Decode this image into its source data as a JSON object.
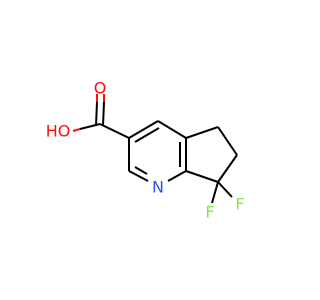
{
  "molecule": {
    "atoms": {
      "O_carbonyl": {
        "symbol": "O",
        "color": "#ff0d0d"
      },
      "OH": {
        "symbol": "OH",
        "display": "HO",
        "color": "#ff0d0d"
      },
      "N": {
        "symbol": "N",
        "color": "#3050f8"
      },
      "F1": {
        "symbol": "F",
        "color": "#90e050"
      },
      "F2": {
        "symbol": "F",
        "color": "#90e050"
      }
    },
    "bond_color": "#000000"
  }
}
